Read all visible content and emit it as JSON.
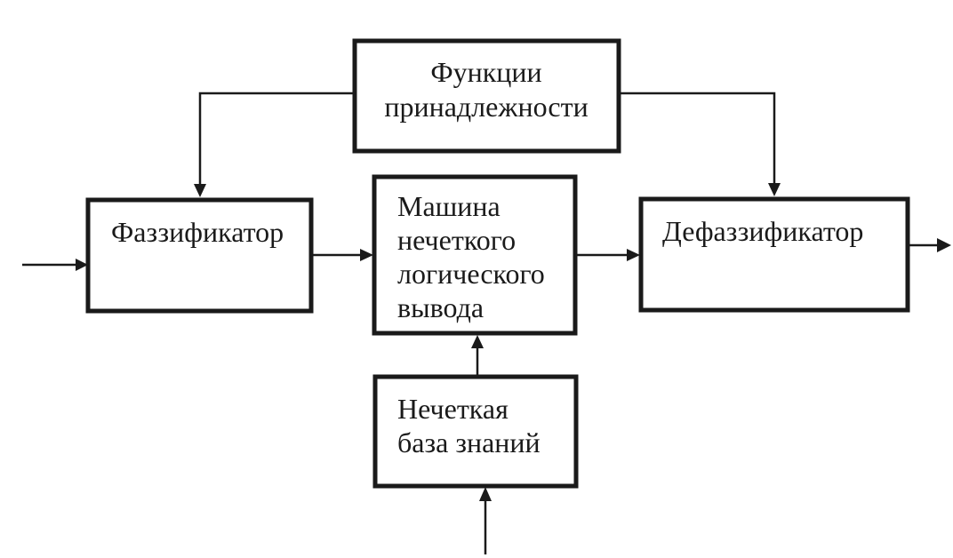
{
  "blocks": {
    "membership": {
      "line1": "Функции",
      "line2": "принадлежности"
    },
    "fuzzifier": {
      "line1": "Фаззификатор"
    },
    "inference": {
      "line1": "Машина",
      "line2": "нечеткого",
      "line3": "логического",
      "line4": "вывода"
    },
    "defuzzifier": {
      "line1": "Дефаззификатор"
    },
    "knowledge": {
      "line1": "Нечеткая",
      "line2": "база знаний"
    }
  }
}
